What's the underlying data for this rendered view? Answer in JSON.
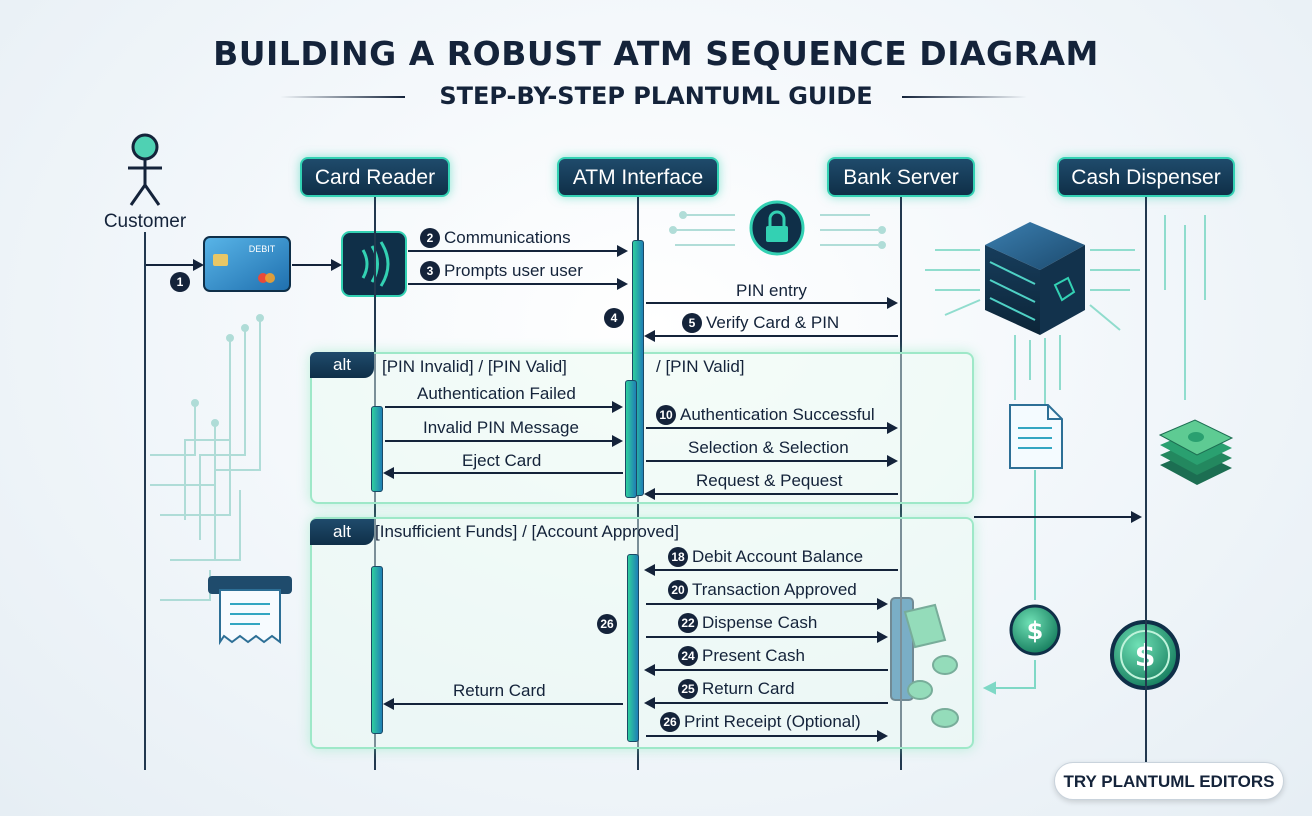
{
  "header": {
    "title": "BUILDING A ROBUST ATM SEQUENCE DIAGRAM",
    "subtitle": "STEP-BY-STEP PLANTUML GUIDE"
  },
  "actor": {
    "label": "Customer"
  },
  "participants": [
    {
      "label": "Card Reader"
    },
    {
      "label": "ATM Interface"
    },
    {
      "label": "Bank Server"
    },
    {
      "label": "Cash Dispenser"
    }
  ],
  "card": {
    "label": "DEBIT"
  },
  "messages": [
    {
      "num": "1",
      "label": ""
    },
    {
      "num": "2",
      "label": "Communications"
    },
    {
      "num": "3",
      "label": "Prompts user user"
    },
    {
      "num": "",
      "label": "PIN entry"
    },
    {
      "num": "4",
      "label": ""
    },
    {
      "num": "5",
      "label": "Verify Card & PIN"
    },
    {
      "num": "",
      "label": "Authentication Failed"
    },
    {
      "num": "",
      "label": "Invalid PIN Message"
    },
    {
      "num": "",
      "label": "Eject Card"
    },
    {
      "num": "10",
      "label": "Authentication Successful"
    },
    {
      "num": "",
      "label": "Selection & Selection"
    },
    {
      "num": "",
      "label": "Request & Pequest"
    },
    {
      "num": "18",
      "label": "Debit Account Balance"
    },
    {
      "num": "20",
      "label": "Transaction Approved"
    },
    {
      "num": "22",
      "label": "Dispense Cash"
    },
    {
      "num": "24",
      "label": "Present Cash"
    },
    {
      "num": "25",
      "label": "Return Card"
    },
    {
      "num": "26",
      "label": "Print Receipt (Optional)"
    },
    {
      "num": "",
      "label": "Return Card"
    },
    {
      "num": "26",
      "label": ""
    }
  ],
  "frames": [
    {
      "tag": "alt",
      "guard": "[PIN Invalid] / [PIN Valid]",
      "guard2": "/ [PIN Valid]"
    },
    {
      "tag": "alt",
      "guard": "[Insufficient Funds] / [Account Approved]"
    }
  ],
  "icons": {
    "actor": "stick-figure-icon",
    "card": "debit-card-icon",
    "reader": "contactless-reader-icon",
    "lock": "lock-icon",
    "server": "server-cube-icon",
    "document": "document-icon",
    "cash": "cash-stack-icon",
    "receipt": "receipt-printer-icon",
    "coin": "dollar-coin-icon",
    "dispenser": "cash-dispenser-slot-icon"
  },
  "colors": {
    "navy": "#14233a",
    "teal": "#33d1b3",
    "mint": "#9ee8c8",
    "blue": "#1f7fb5"
  },
  "cta": {
    "label": "TRY PLANTUML EDITORS"
  }
}
